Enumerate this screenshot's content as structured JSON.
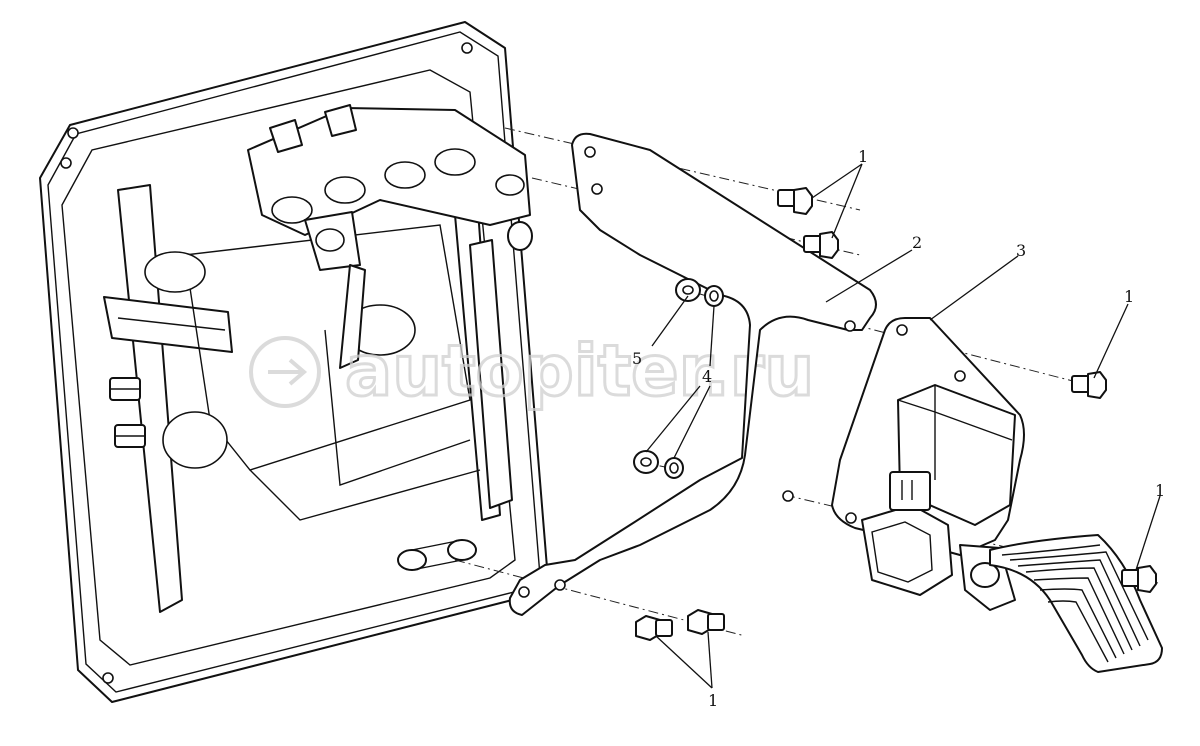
{
  "watermark": {
    "text": "autopiter.ru"
  },
  "callouts": [
    {
      "id": "c1_top",
      "label": "1"
    },
    {
      "id": "c2",
      "label": "2"
    },
    {
      "id": "c3",
      "label": "3"
    },
    {
      "id": "c1_right_upper",
      "label": "1"
    },
    {
      "id": "c5",
      "label": "5"
    },
    {
      "id": "c4",
      "label": "4"
    },
    {
      "id": "c1_right_lower",
      "label": "1"
    },
    {
      "id": "c1_bottom",
      "label": "1"
    }
  ],
  "colors": {
    "line": "#111111",
    "background": "#ffffff",
    "watermark": "#cfcfcf"
  }
}
